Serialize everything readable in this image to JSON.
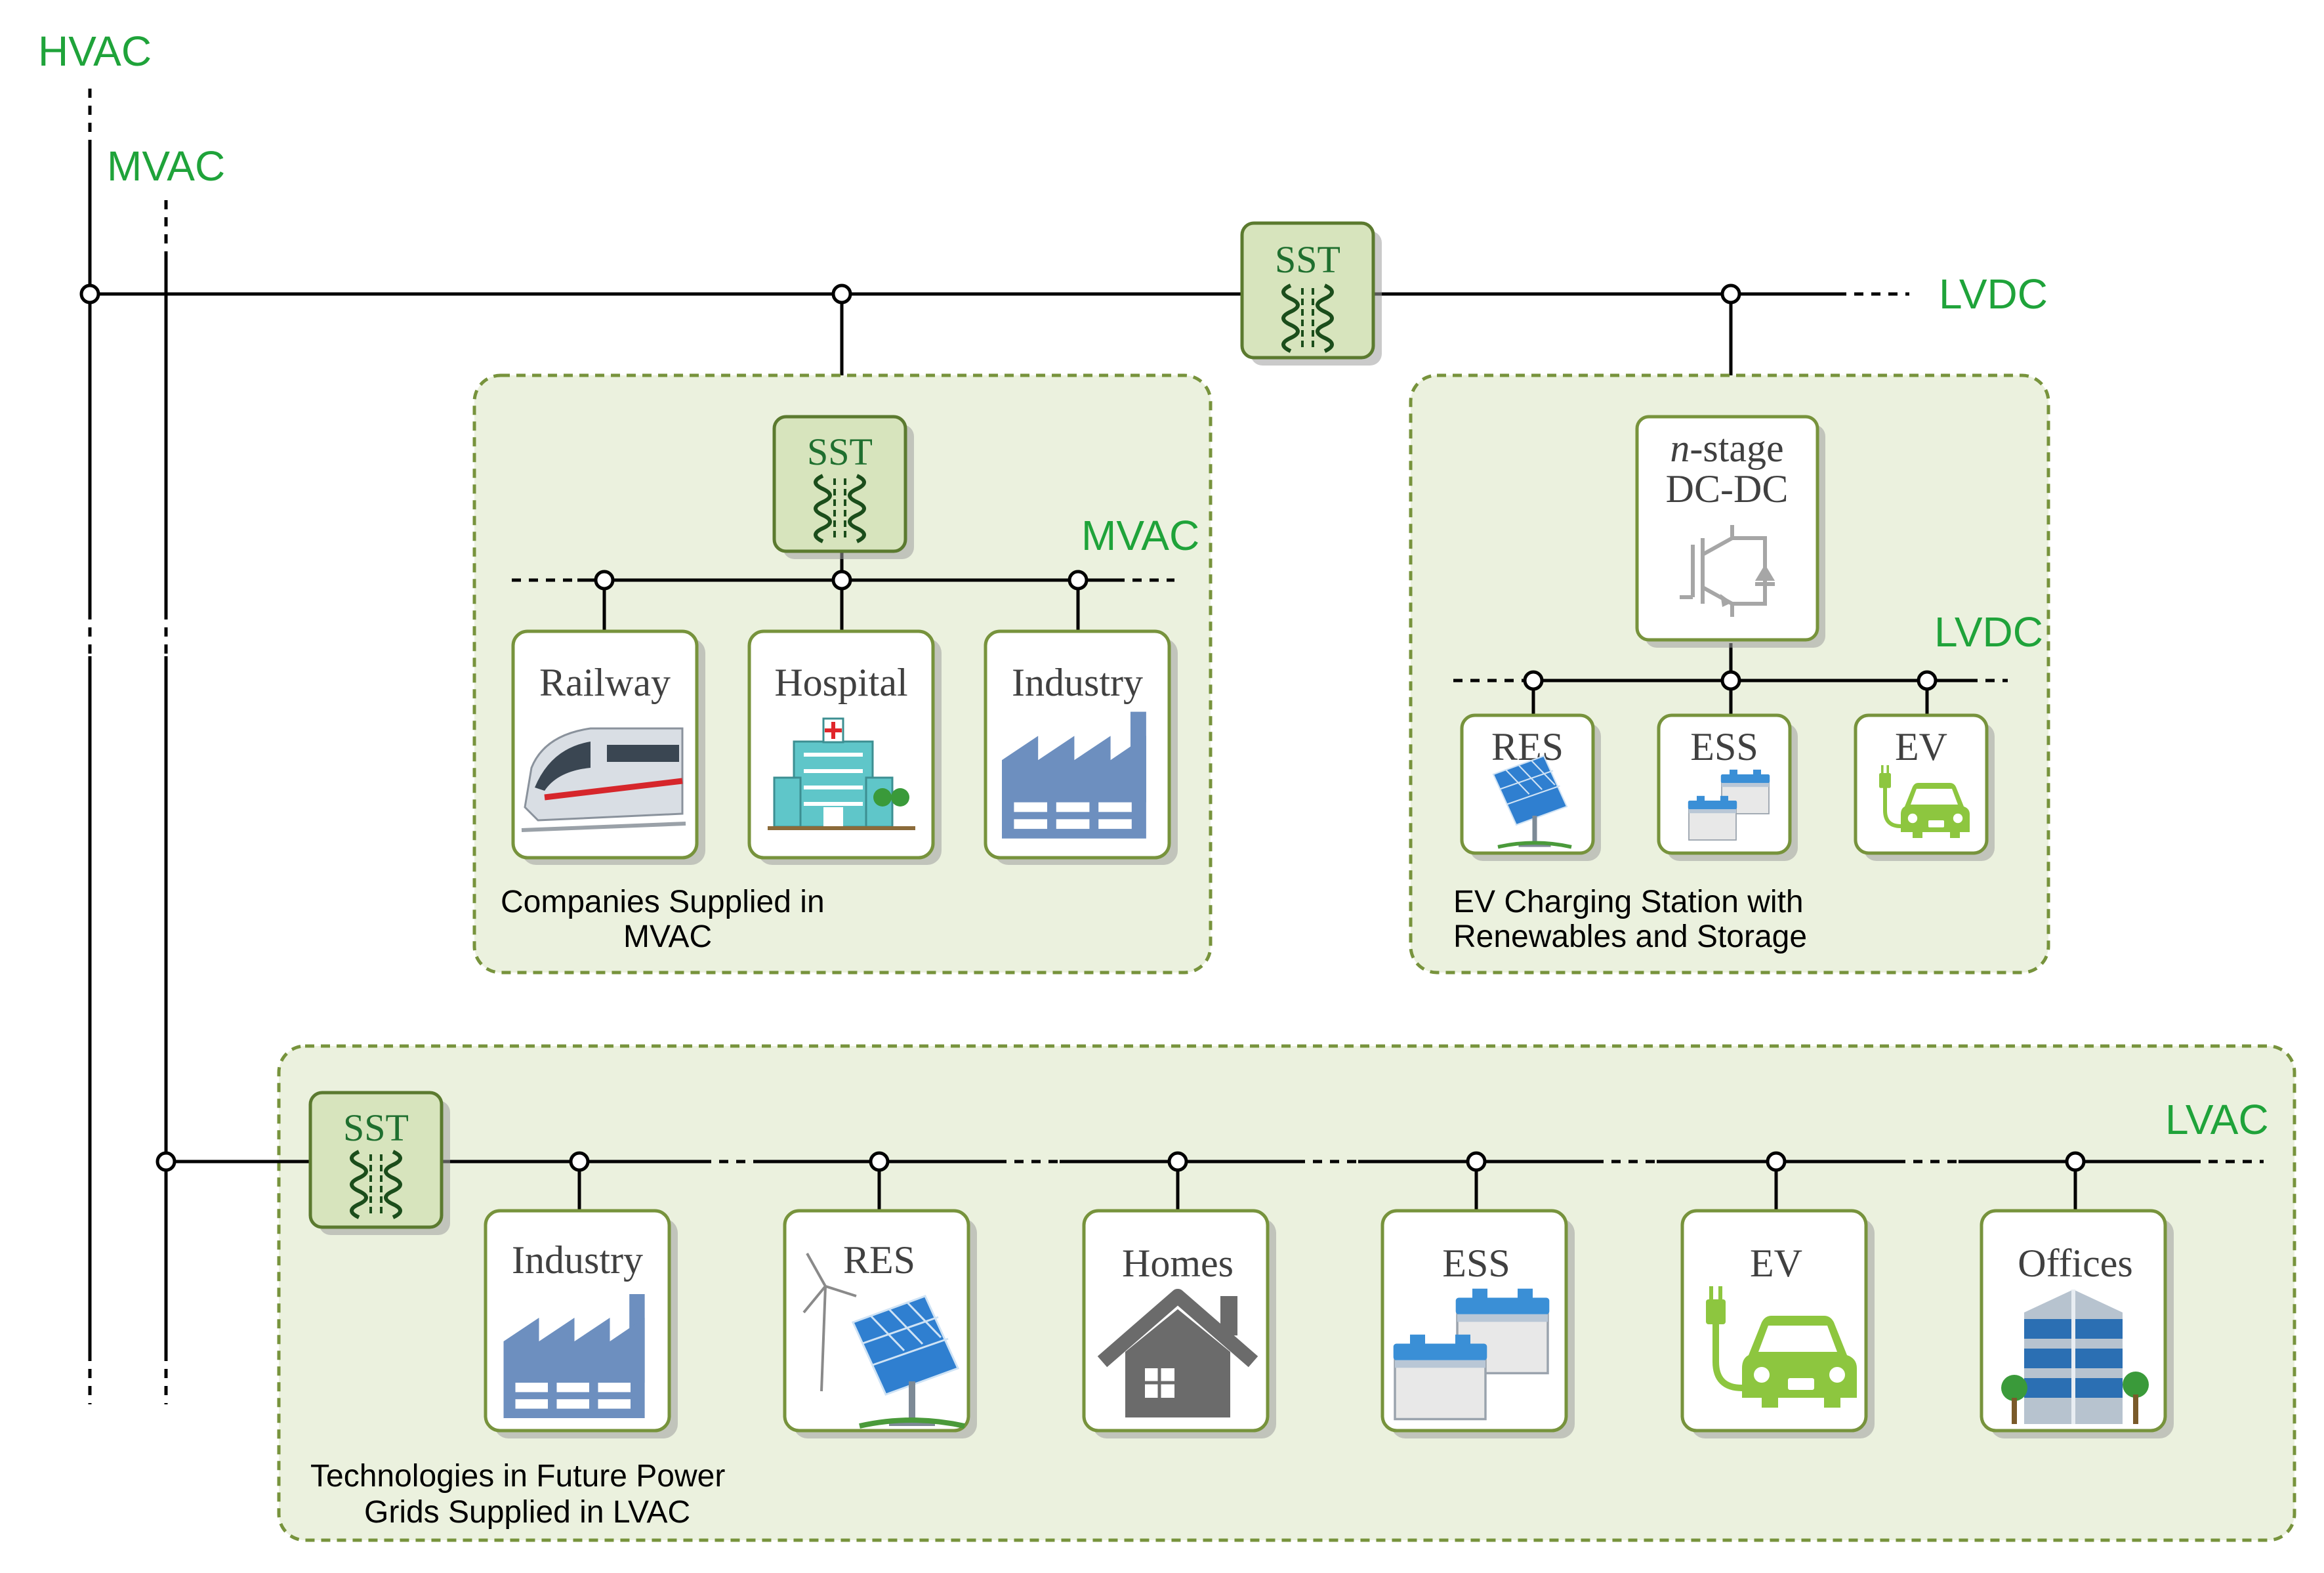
{
  "bus_labels": {
    "hvac": "HVAC",
    "mvac": "MVAC",
    "lvdc_top": "LVDC",
    "mvac_companies": "MVAC",
    "lvdc_ev": "LVDC",
    "lvac": "LVAC"
  },
  "sst_label": "SST",
  "converter": {
    "line1_italic": "n",
    "line1_rest": "-stage",
    "line2": "DC-DC"
  },
  "groups": {
    "companies": {
      "caption_line1": "Companies Supplied in",
      "caption_line2": "MVAC",
      "cards": [
        "Railway",
        "Hospital",
        "Industry"
      ]
    },
    "ev_station": {
      "caption_line1": "EV Charging Station with",
      "caption_line2": "Renewables and Storage",
      "cards": [
        "RES",
        "ESS",
        "EV"
      ]
    },
    "lvac": {
      "caption_line1": "Technologies in Future Power",
      "caption_line2": "Grids Supplied in LVAC",
      "cards": [
        "Industry",
        "RES",
        "Homes",
        "ESS",
        "EV",
        "Offices"
      ]
    }
  },
  "icons": {
    "train": "train-icon",
    "hospital": "hospital-icon",
    "factory": "factory-icon",
    "solar": "solar-panel-icon",
    "battery": "battery-icon",
    "ev": "electric-car-icon",
    "wind": "wind-turbine-icon",
    "house": "house-icon",
    "office": "office-building-icon",
    "transformer": "transformer-icon",
    "igbt": "igbt-switch-icon"
  },
  "colors": {
    "bus_label_green": "#1fa33a",
    "group_fill": "#ebf1de",
    "group_border": "#77933c",
    "sst_fill": "#d7e4bd",
    "factory_blue": "#6d8fbf",
    "ev_green": "#8dc63f",
    "battery_blue": "#3a8fd6"
  }
}
